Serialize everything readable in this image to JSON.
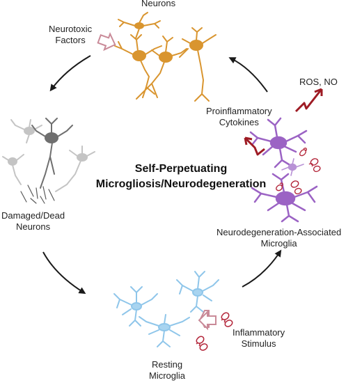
{
  "title": {
    "line1": "Self-Perpetuating",
    "line2": "Microgliosis/Neurodegeneration"
  },
  "labels": {
    "neurons": "Neurons",
    "neurotoxic_1": "Neurotoxic",
    "neurotoxic_2": "Factors",
    "ros_no": "ROS, NO",
    "proinflam_1": "Proinflammatory",
    "proinflam_2": "Cytokines",
    "damaged_1": "Damaged/Dead",
    "damaged_2": "Neurons",
    "dam_1": "Neurodegeneration-Associated",
    "dam_2": "Microglia",
    "inflam_1": "Inflammatory",
    "inflam_2": "Stimulus",
    "resting_1": "Resting",
    "resting_2": "Microglia"
  },
  "colors": {
    "healthy_neuron": "#d9952f",
    "damaged_neuron": "#9a9a9a",
    "activated_microglia": "#9b63c4",
    "resting_microglia": "#8fc6ea",
    "stimulus": "#b3263a",
    "cycle_arrow": "#1a1a1a",
    "hollow_arrow": "#c98a98",
    "lightning": "#9e1b24"
  },
  "icons": [
    "cycle-arrow-icon",
    "hollow-arrow-icon",
    "lightning-icon",
    "stimulus-particle-icon"
  ]
}
